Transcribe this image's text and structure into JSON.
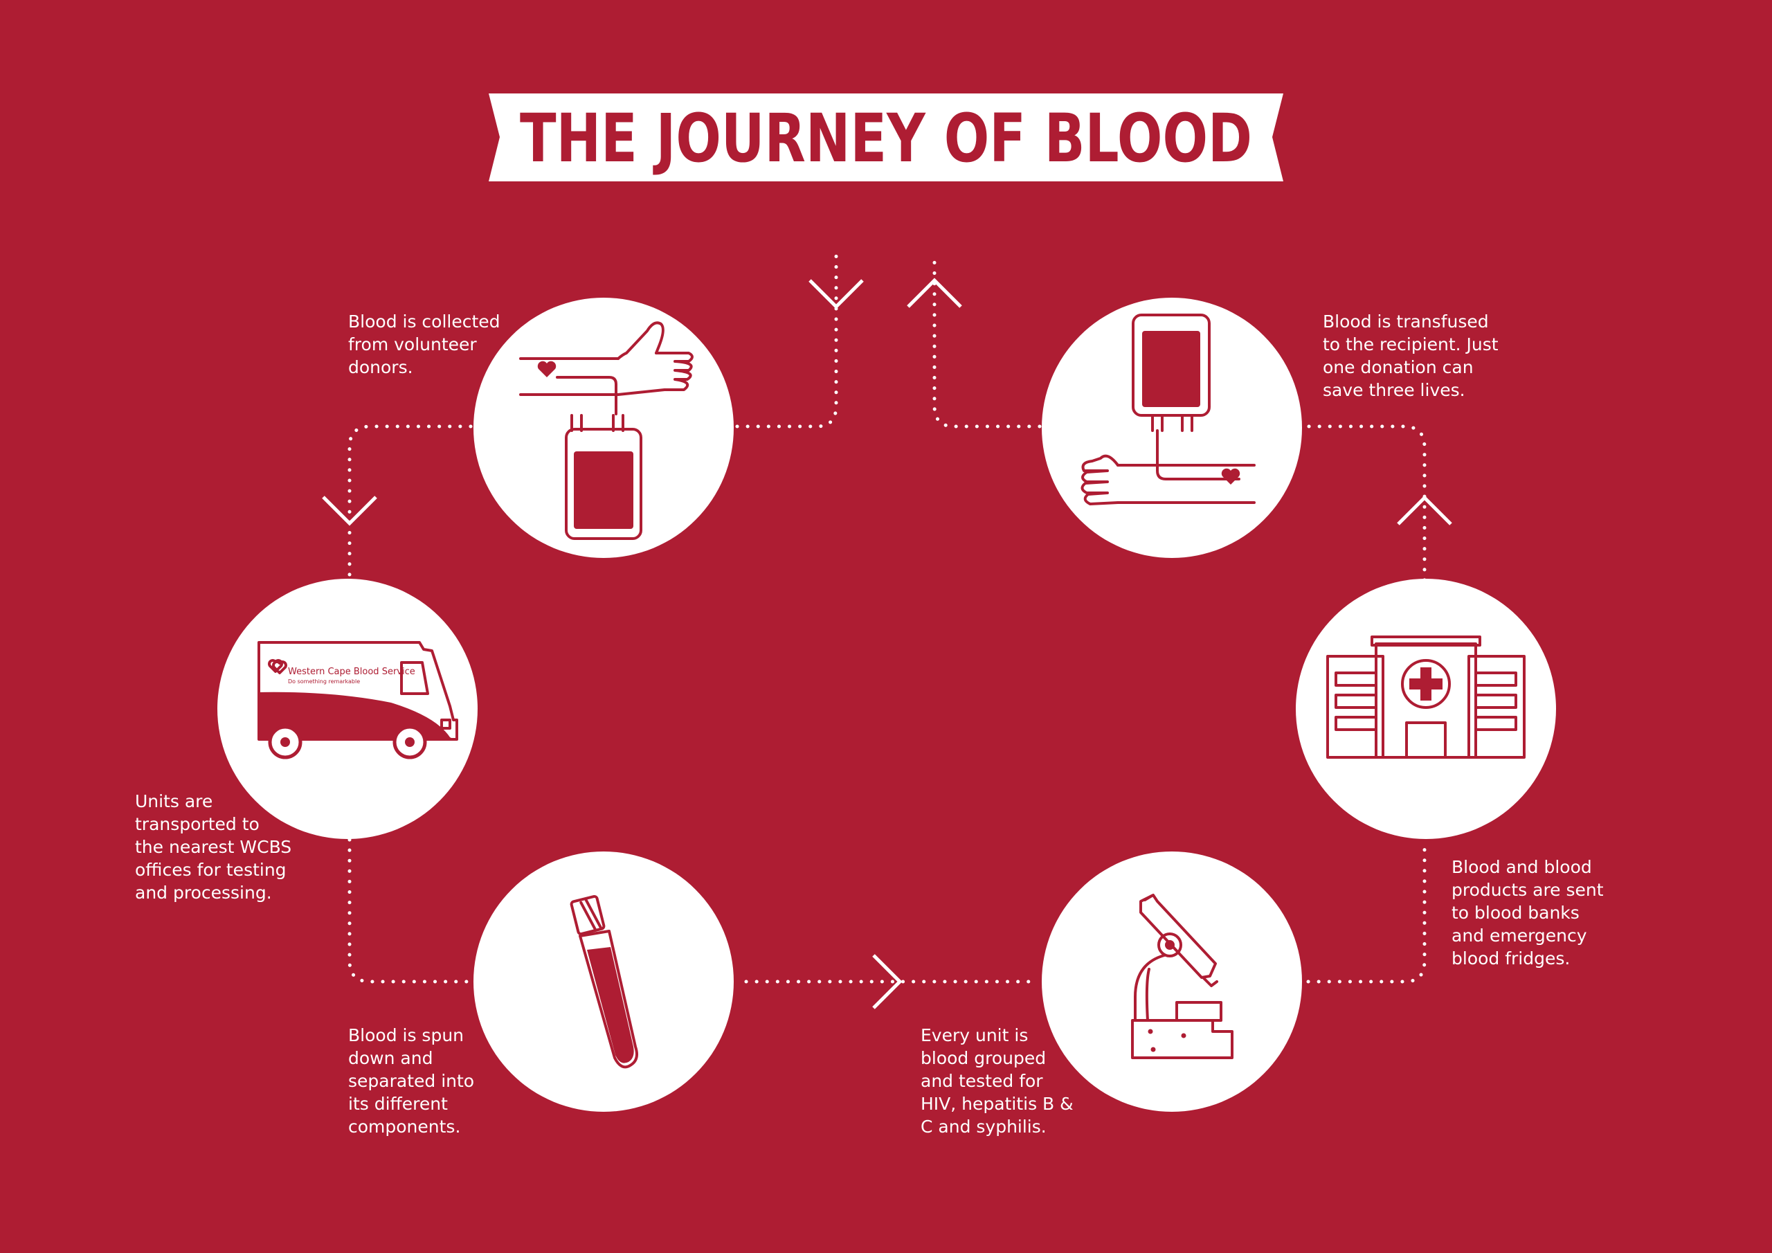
{
  "title": "THE JOURNEY OF BLOOD",
  "colors": {
    "background": "#ae1d33",
    "foreground": "#ffffff"
  },
  "steps": [
    {
      "icon": "blood-donation-icon",
      "lines": [
        "Blood is collected",
        "from volunteer",
        "donors."
      ]
    },
    {
      "icon": "transport-van-icon",
      "lines": [
        "Units are",
        "transported to",
        "the nearest WCBS",
        "offices for testing",
        "and processing."
      ]
    },
    {
      "icon": "test-tube-icon",
      "lines": [
        "Blood is spun",
        "down and",
        "separated into",
        "its different",
        "components."
      ]
    },
    {
      "icon": "microscope-icon",
      "lines": [
        "Every unit is",
        "blood grouped",
        "and tested for",
        "HIV, hepatitis B &",
        "C and syphilis."
      ]
    },
    {
      "icon": "hospital-icon",
      "lines": [
        "Blood and blood",
        "products are sent",
        "to blood banks",
        "and emergency",
        "blood fridges."
      ]
    },
    {
      "icon": "blood-transfusion-icon",
      "lines": [
        "Blood is transfused",
        "to the recipient. Just",
        "one donation can",
        "save three lives."
      ]
    }
  ],
  "van": {
    "brand": "Western Cape Blood Service",
    "tagline": "Do something remarkable"
  }
}
